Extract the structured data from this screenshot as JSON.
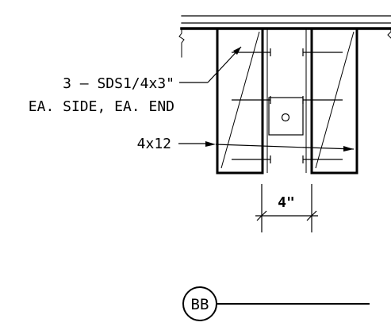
{
  "callouts": {
    "screw_spec": "3 – SDS1/4x3\"",
    "screw_location": "EA. SIDE, EA. END",
    "member_size": "4x12"
  },
  "dimension": {
    "gap_label": "4\""
  },
  "section_tag": {
    "label": "BB"
  },
  "colors": {
    "line": "#000000",
    "background": "#ffffff"
  }
}
